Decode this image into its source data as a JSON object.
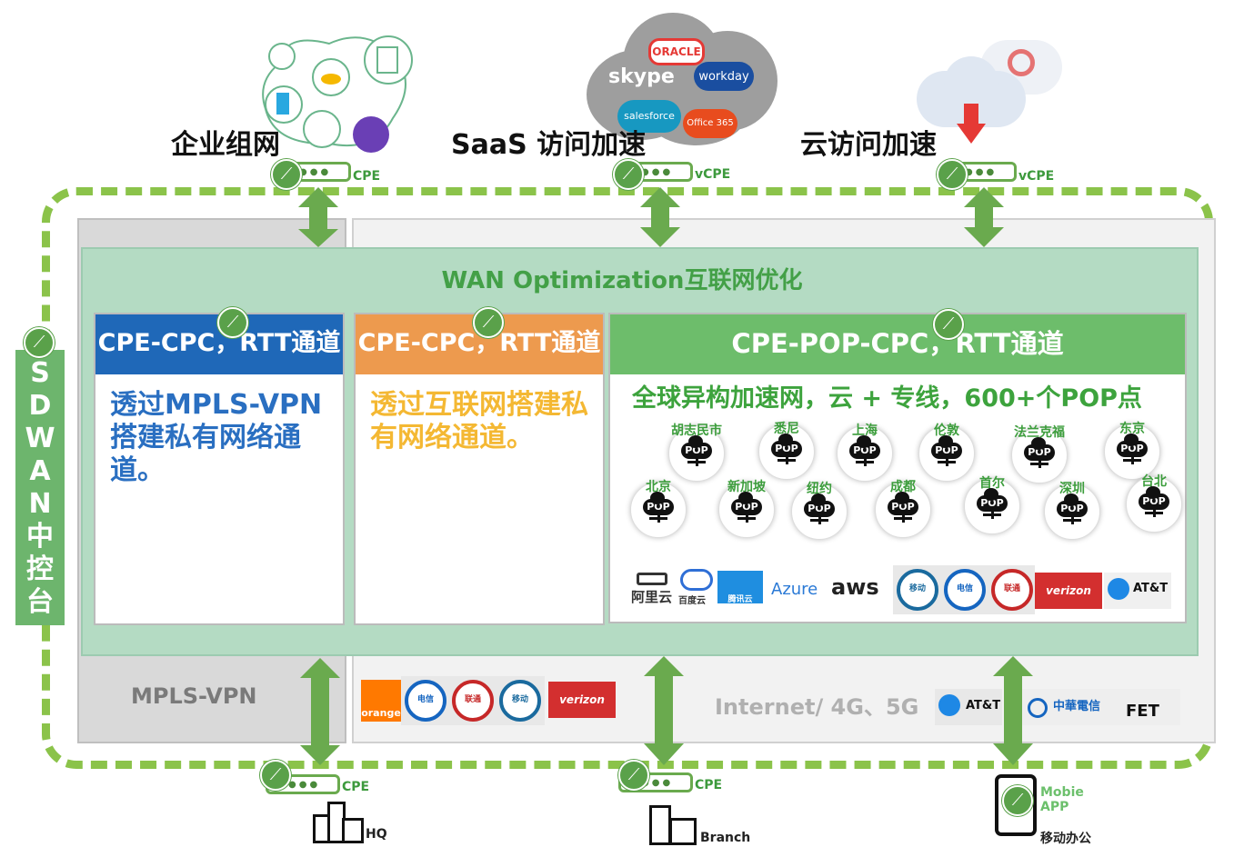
{
  "top": {
    "enterprise_title": "企业组网",
    "saas_title": "SaaS 访问加速",
    "cloud_title": "云访问加速",
    "cpe1": "CPE",
    "vcpe2": "vCPE",
    "vcpe3": "vCPE",
    "saas_logos": [
      "ORACLE",
      "skype",
      "workday",
      "salesforce",
      "Office 365"
    ]
  },
  "sdwan_label": [
    "S",
    "D",
    "W",
    "A",
    "N",
    "中",
    "控",
    "台"
  ],
  "wan_title": "WAN Optimization互联网优化",
  "panels": {
    "mpls": {
      "header": "CPE-CPC，RTT通道",
      "body": "透过MPLS-VPN搭建私有网络通道。",
      "color": "#1f68b8",
      "text_color": "#2a6fc1"
    },
    "internet": {
      "header": "CPE-CPC，RTT通道",
      "body": "透过互联网搭建私有网络通道。",
      "color": "#ed9a4e",
      "text_color": "#f4b833"
    },
    "pop": {
      "header": "CPE-POP-CPC，RTT通道",
      "subtitle": "全球异构加速网，云 + 专线，600+个POP点",
      "color": "#6dbd6b"
    }
  },
  "pops_row1": [
    "胡志民市",
    "悉尼",
    "上海",
    "伦敦",
    "法兰克福",
    "东京"
  ],
  "pops_row2": [
    "北京",
    "新加坡",
    "纽约",
    "成都",
    "首尔",
    "深圳",
    "台北"
  ],
  "pop_icon_text": "POP",
  "provider_logos": [
    "阿里云",
    "百度云",
    "腾讯云",
    "Azure",
    "aws",
    "移动",
    "电信",
    "联通",
    "verizon",
    "AT&T"
  ],
  "bottom": {
    "mpls_label": "MPLS-VPN",
    "internet_label": "Internet/ 4G、5G",
    "isp_logos": [
      "orange",
      "电信",
      "联通",
      "移动",
      "verizon"
    ],
    "att": "AT&T",
    "cht": "中華電信",
    "fet": "FET",
    "cpe_hq": "CPE",
    "cpe_branch": "CPE",
    "hq": "HQ",
    "branch": "Branch",
    "mobile_app": "Mobie APP",
    "mobile_office": "移动办公"
  }
}
